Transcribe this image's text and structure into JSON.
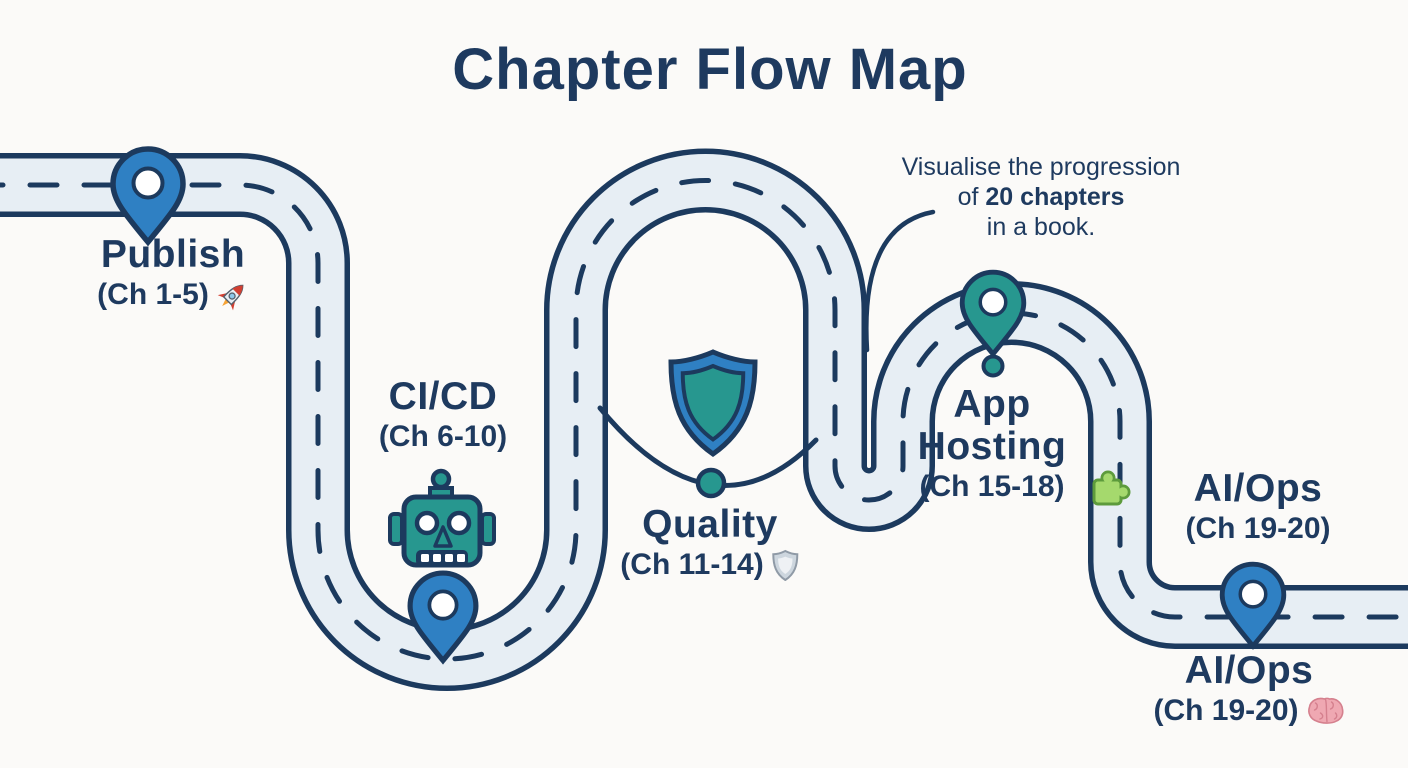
{
  "title": "Chapter Flow Map",
  "annotation": {
    "line1": "Visualise the progression",
    "line2_prefix": "of ",
    "line2_bold": "20 chapters",
    "line3": "in a book."
  },
  "milestones": [
    {
      "label": "Publish",
      "sub": "(Ch 1-5)",
      "icon": "rocket-emoji"
    },
    {
      "label": "CI/CD",
      "sub": "(Ch 6-10)",
      "icon": "robot-icon"
    },
    {
      "label": "Quality",
      "sub": "(Ch 11-14)",
      "icon": "shield-emoji"
    },
    {
      "label_line1": "App",
      "label_line2": "Hosting",
      "sub": "(Ch 15-18)",
      "icon": "puzzle-icon"
    },
    {
      "label": "AI/Ops",
      "sub": "(Ch 19-20)",
      "icon": ""
    },
    {
      "label": "AI/Ops",
      "sub": "(Ch 19-20)",
      "icon": "brain-emoji"
    }
  ],
  "colors": {
    "background": "#fbfaf8",
    "road_fill": "#e7eef4",
    "outline_navy": "#1c3a5e",
    "pin_blue": "#2f80c3",
    "teal": "#27978f",
    "text_navy": "#1e3a5f",
    "puzzle_green": "#a5d96d"
  }
}
